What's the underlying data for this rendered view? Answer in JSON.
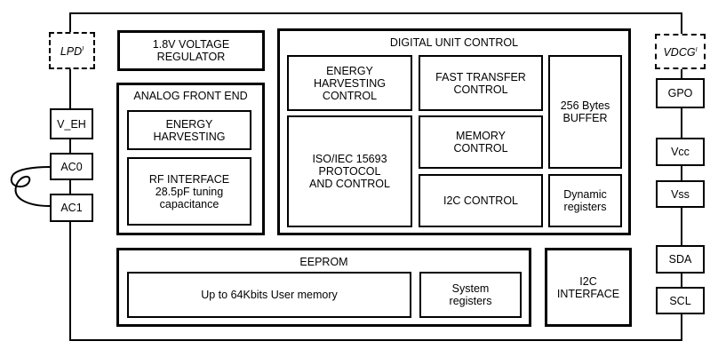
{
  "blocks": {
    "lpd": "LPD",
    "lpd_mark": "I",
    "vdcg": "VDCG",
    "vdcg_mark": "I",
    "regulator": "1.8V VOLTAGE\nREGULATOR",
    "analog_front_end": "ANALOG FRONT END",
    "energy_harvesting": "ENERGY\nHARVESTING",
    "rf_interface": "RF INTERFACE\n28.5pF tuning\ncapacitance",
    "digital_unit_control": "DIGITAL UNIT CONTROL",
    "energy_harvesting_control": "ENERGY\nHARVESTING\nCONTROL",
    "fast_transfer_control": "FAST TRANSFER\nCONTROL",
    "buffer": "256 Bytes\nBUFFER",
    "iso_protocol": "ISO/IEC 15693\nPROTOCOL\nAND CONTROL",
    "memory_control": "MEMORY\nCONTROL",
    "i2c_control": "I2C CONTROL",
    "dynamic_registers": "Dynamic\nregisters",
    "eeprom": "EEPROM",
    "user_memory": "Up to 64Kbits User memory",
    "system_registers": "System\nregisters",
    "i2c_interface": "I2C\nINTERFACE"
  },
  "pins": {
    "v_eh": "V_EH",
    "ac0": "AC0",
    "ac1": "AC1",
    "gpo": "GPO",
    "vcc": "Vcc",
    "vss": "Vss",
    "sda": "SDA",
    "scl": "SCL"
  },
  "colors": {
    "line": "#000000",
    "fill": "#ffffff"
  }
}
